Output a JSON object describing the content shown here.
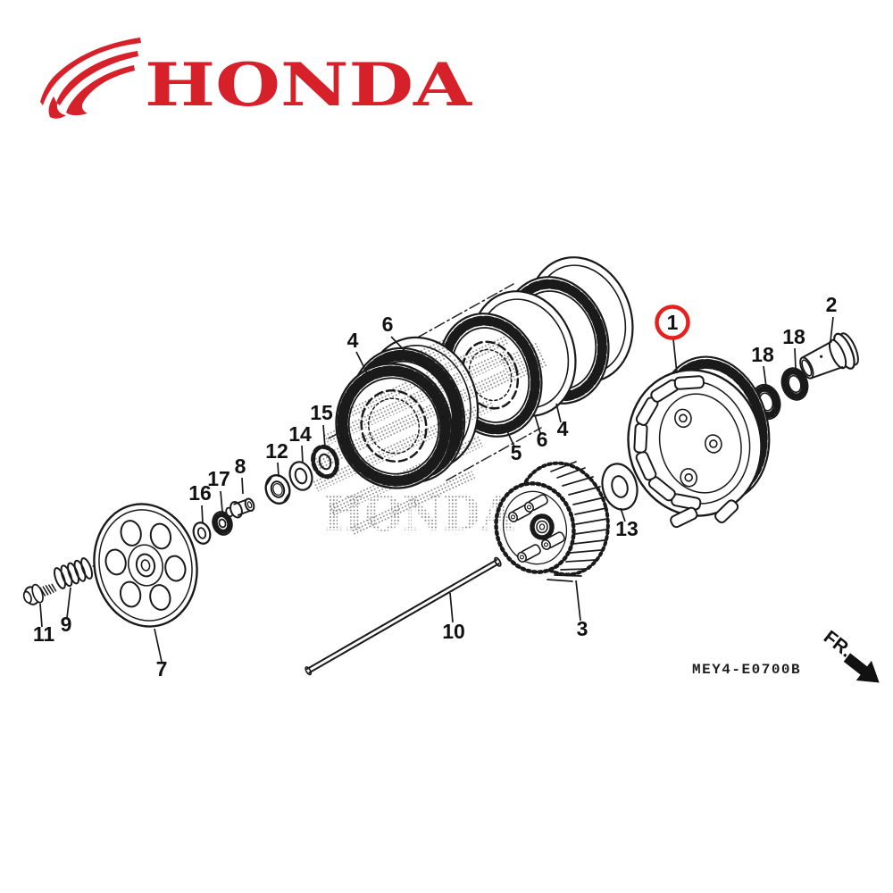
{
  "brand": {
    "logo_text": "HONDA",
    "logo_color": "#d6202a"
  },
  "diagram": {
    "code": "MEY4-E0700B",
    "direction_label": "FR.",
    "watermark_text": "HONDA",
    "line_color": "#1a1a1a",
    "highlight_color": "#e6201c",
    "background": "#ffffff",
    "highlighted_callout": "1",
    "callouts": {
      "c1": "1",
      "c2": "2",
      "c3": "3",
      "c4": "4",
      "c5": "5",
      "c6": "6",
      "c7": "7",
      "c8": "8",
      "c9": "9",
      "c10": "10",
      "c11": "11",
      "c12": "12",
      "c13": "13",
      "c14": "14",
      "c15": "15",
      "c16": "16",
      "c17": "17",
      "c18": "18"
    }
  }
}
